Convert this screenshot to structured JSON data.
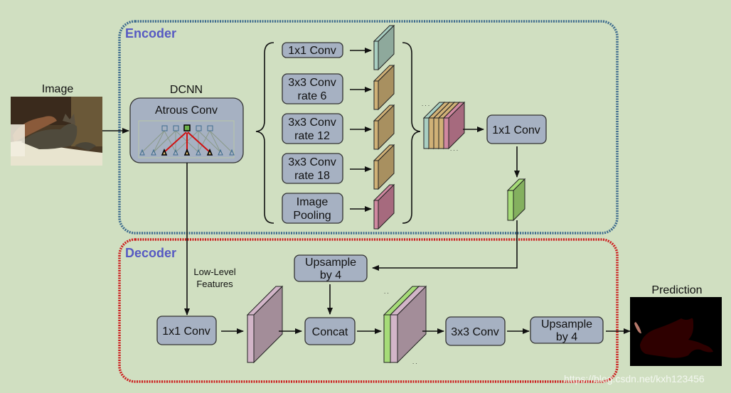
{
  "diagram": {
    "title": "DeepLabv3+ Encoder-Decoder Architecture",
    "sections": {
      "encoder": {
        "label": "Encoder",
        "border_color": "#3d6b8e"
      },
      "decoder": {
        "label": "Decoder",
        "border_color": "#cc1f1f"
      }
    },
    "input": {
      "label": "Image"
    },
    "dcnn": {
      "label": "DCNN",
      "block_label": "Atrous Conv"
    },
    "aspp": [
      {
        "line1": "1x1 Conv",
        "line2": "",
        "feature_color": "#8ea99c",
        "feature_front": "#a9cfc2"
      },
      {
        "line1": "3x3 Conv",
        "line2": "rate 6",
        "feature_color": "#a89060",
        "feature_front": "#d0b177"
      },
      {
        "line1": "3x3 Conv",
        "line2": "rate 12",
        "feature_color": "#a89060",
        "feature_front": "#d0b177"
      },
      {
        "line1": "3x3 Conv",
        "line2": "rate 18",
        "feature_color": "#a89060",
        "feature_front": "#d0b177"
      },
      {
        "line1": "Image",
        "line2": "Pooling",
        "feature_color": "#a66a7e",
        "feature_front": "#d088a0"
      }
    ],
    "encoder_out": {
      "conv_label": "1x1 Conv",
      "feature_color": "#84b05f",
      "feature_front": "#a6dc78"
    },
    "decoder": {
      "low_level_label_1": "Low-Level",
      "low_level_label_2": "Features",
      "conv1": "1x1 Conv",
      "upsample1_line1": "Upsample",
      "upsample1_line2": "by 4",
      "concat": "Concat",
      "conv3": "3x3 Conv",
      "upsample2_line1": "Upsample",
      "upsample2_line2": "by 4",
      "feature_color": "#a38d99",
      "feature_front": "#d2b5c8"
    },
    "output": {
      "label": "Prediction"
    },
    "watermark": "https://blog.csdn.net/kxh123456"
  }
}
